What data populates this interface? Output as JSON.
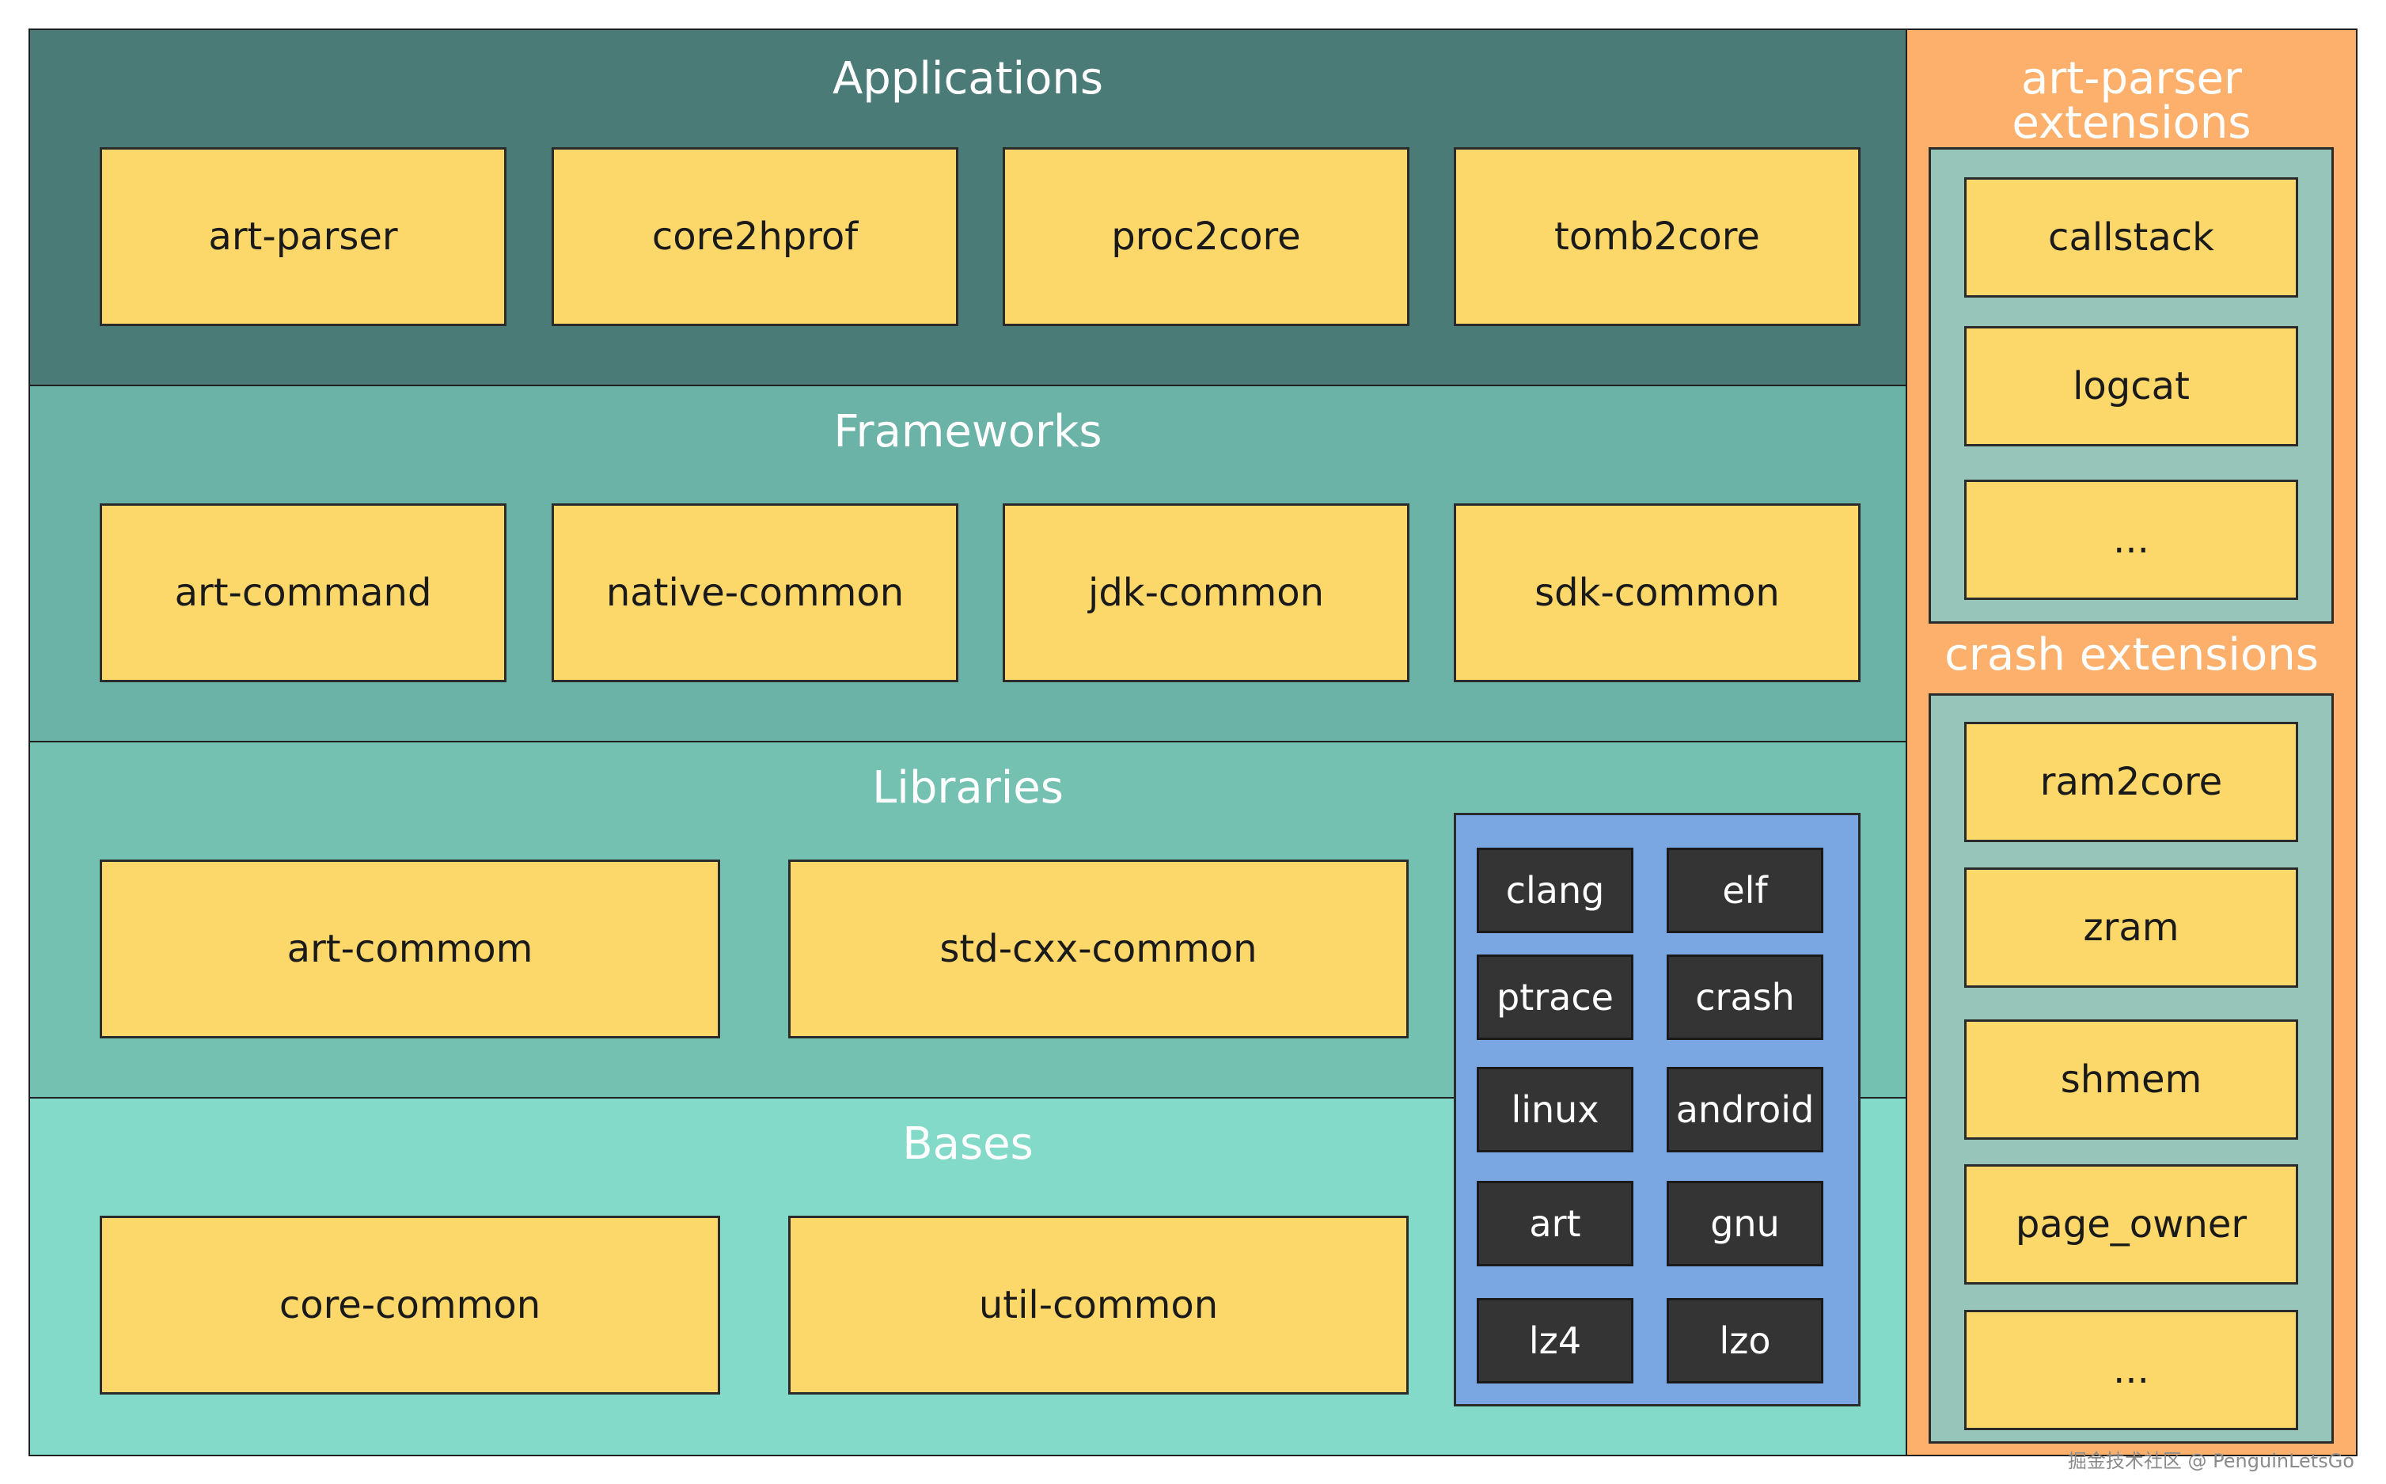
{
  "colors": {
    "applications": "#4a7b76",
    "frameworks": "#6bb2a7",
    "libraries": "#74c1b2",
    "bases": "#84dac8",
    "extensions_bg": "#fdb06c",
    "extensions_panel": "#97c5b9",
    "deps_panel": "#7aa6e1",
    "box": "#fcd86a",
    "dark_box": "#343434"
  },
  "applications": {
    "title": "Applications",
    "items": [
      "art-parser",
      "core2hprof",
      "proc2core",
      "tomb2core"
    ]
  },
  "frameworks": {
    "title": "Frameworks",
    "items": [
      "art-command",
      "native-common",
      "jdk-common",
      "sdk-common"
    ]
  },
  "libraries": {
    "title": "Libraries",
    "items": [
      "art-commom",
      "std-cxx-common"
    ]
  },
  "bases": {
    "title": "Bases",
    "items": [
      "core-common",
      "util-common"
    ]
  },
  "dependencies": {
    "items": [
      "clang",
      "elf",
      "ptrace",
      "crash",
      "linux",
      "android",
      "art",
      "gnu",
      "lz4",
      "lzo"
    ]
  },
  "art_parser_extensions": {
    "title": "art-parser extensions",
    "items": [
      "callstack",
      "logcat",
      "..."
    ]
  },
  "crash_extensions": {
    "title": "crash extensions",
    "items": [
      "ram2core",
      "zram",
      "shmem",
      "page_owner",
      "..."
    ]
  },
  "watermark": "掘金技术社区 @ PenguinLetsGo"
}
